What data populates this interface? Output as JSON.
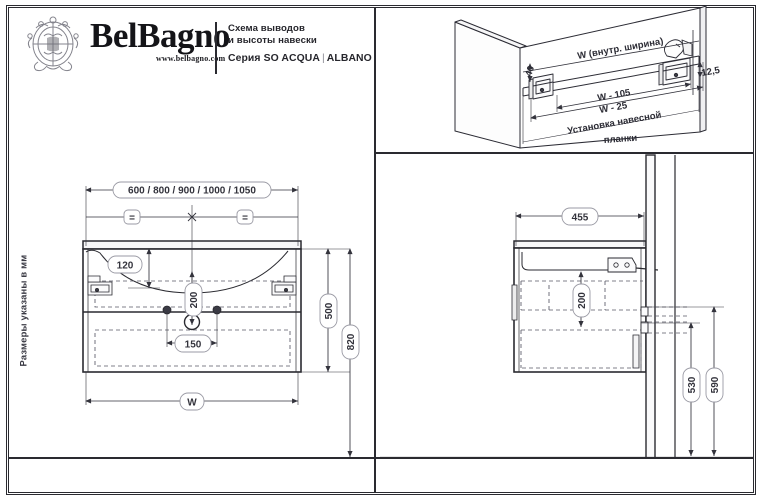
{
  "sheet": {
    "background": "#ffffff",
    "line_color": "#2a2a30",
    "dim_color": "#33333c"
  },
  "header": {
    "logo_icon": "belbagno-crest-icon",
    "brand_bel": "Bel",
    "brand_bagno": "Bagno",
    "website": "www.belbagno.com",
    "title_line1": "Схема выводов",
    "title_line2": "и высоты навески",
    "series_prefix": "Серия SO ACQUA",
    "series_separator": "|",
    "series_suffix": "ALBANO"
  },
  "side_note": "Размеры указаны в мм",
  "iso_view": {
    "name": "Установка навесной планки",
    "labels": {
      "inner_width": "W (внутр. ширина)",
      "left_offset": "40",
      "right_offset": "12,5",
      "rail_dim_1": "W - 105",
      "rail_dim_2": "W - 25",
      "caption_line1": "Установка навесной",
      "caption_line2": "планки"
    }
  },
  "front_view": {
    "name": "front-elevation",
    "width_options": "600 / 800 / 900 / 1000 / 1050",
    "equal_mark_left": "=",
    "equal_mark_right": "=",
    "dim_basin_top": "120",
    "dim_supply_height": "200",
    "dim_supply_spacing": "150",
    "dim_cabinet_height": "500",
    "dim_mount_height": "820",
    "dim_overall_width": "W"
  },
  "side_view": {
    "name": "side-elevation",
    "dim_depth": "455",
    "dim_supply_height": "200",
    "dim_drain_height": "530",
    "dim_supply_floor_height": "590"
  }
}
